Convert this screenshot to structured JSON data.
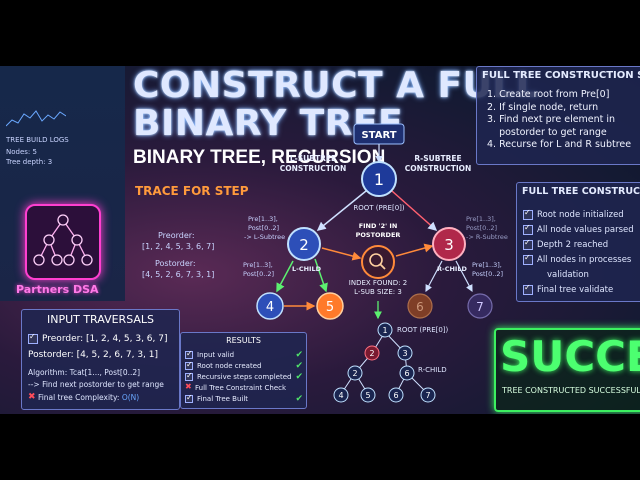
{
  "title_line1": "CONSTRUCT A FULL",
  "title_line2": "BINARY TREE",
  "subtitle": "BINARY TREE, RECURSION",
  "steps_panel": {
    "title": "FULL TREE CONSTRUCTION STEP",
    "items": [
      "1. Create root from Pre[0]",
      "2. If single node, return",
      "3. Find next pre element in",
      "    postorder to get range",
      "4. Recurse for L and R subtree"
    ]
  },
  "sidebar": {
    "logs_title": "TREE BUILD LOGS",
    "nodes_text": "Nodes: 5",
    "depth_text": "Tree depth: 3",
    "brand": "Partners DSA"
  },
  "trace": {
    "title": "TRACE FOR STEP",
    "preorder_label": "Preorder:",
    "preorder_value": "[1, 2, 4, 5, 3, 6, 7]",
    "postorder_label": "Postorder:",
    "postorder_value": "[4, 5, 2, 6, 7, 3, 1]"
  },
  "flow": {
    "start": "START",
    "root_label": "ROOT (PRE[0])",
    "lsub_1": "L-SUBTREE",
    "lsub_2": "CONSTRUCTION",
    "rsub_1": "R-SUBTREE",
    "rsub_2": "CONSTRUCTION",
    "find_1": "FIND '2' IN",
    "find_2": "POSTORDER",
    "index_1": "INDEX FOUND: 2",
    "index_2": "L-SUB SIZE: 3",
    "left_range_1": "Pre[1..3],",
    "left_range_2": "Post[0..2]",
    "left_range_3": "-> L-Subtree",
    "left_child_range_1": "Pre[1..3],",
    "left_child_range_2": "Post[0..2]",
    "l_child": "L-CHILD",
    "right_range_1": "Pre[1..3],",
    "right_range_2": "Post[0..2]",
    "right_range_3": "-> R-Subtree",
    "right_child_range_1": "Pre[1..3],",
    "right_child_range_2": "Post[0..2]",
    "r_child": "R-CHILD",
    "nodes": {
      "n1": "1",
      "n2": "2",
      "n3": "3",
      "n4": "4",
      "n5": "5",
      "n6": "6",
      "n7": "7"
    }
  },
  "input_traversals": {
    "title": "INPUT TRAVERSALS",
    "preorder": "Preorder: [1, 2, 4, 5, 3, 6, 7]",
    "postorder": "Postorder: [4, 5, 2, 6, 7, 3, 1]",
    "algorithm": "Algorithm: Tcat[1..., Post[0..2]",
    "find_next": "--> Find next postorder to get range",
    "complexity_prefix": "Final tree Complexity:",
    "complexity_value": "O(N)"
  },
  "results": {
    "title": "RESULTS",
    "items": [
      {
        "text": "Input valid",
        "status": "ok"
      },
      {
        "text": "Root node created",
        "status": "ok"
      },
      {
        "text": "Recursive steps completed",
        "status": "ok"
      },
      {
        "text": "Full Tree Constraint Check",
        "status": "fail"
      },
      {
        "text": "Final Tree Built",
        "status": "ok"
      }
    ]
  },
  "result_tree": {
    "root_label": "ROOT (PRE[0])",
    "r_child": "R-CHILD",
    "nodes": {
      "n1": "1",
      "n2": "2",
      "n3": "3",
      "n4": "4",
      "n5": "5",
      "n6": "6",
      "n7": "7"
    }
  },
  "full_tree_panel": {
    "title": "FULL TREE CONSTRUCTION",
    "items": [
      "Root node initialized",
      "All node values parsed",
      "Depth 2 reached",
      "All nodes in processes",
      "validation",
      "Final tree validate"
    ]
  },
  "success": {
    "title": "SUCCESS",
    "subtitle": "TREE CONSTRUCTED SUCCESSFULLY"
  },
  "colors": {
    "accent_green": "#3cf060",
    "node_blue": "#2d4fb8",
    "node_orange": "#ff7a2a",
    "node_red": "#d8284a",
    "panel_border": "#6a78c8"
  }
}
